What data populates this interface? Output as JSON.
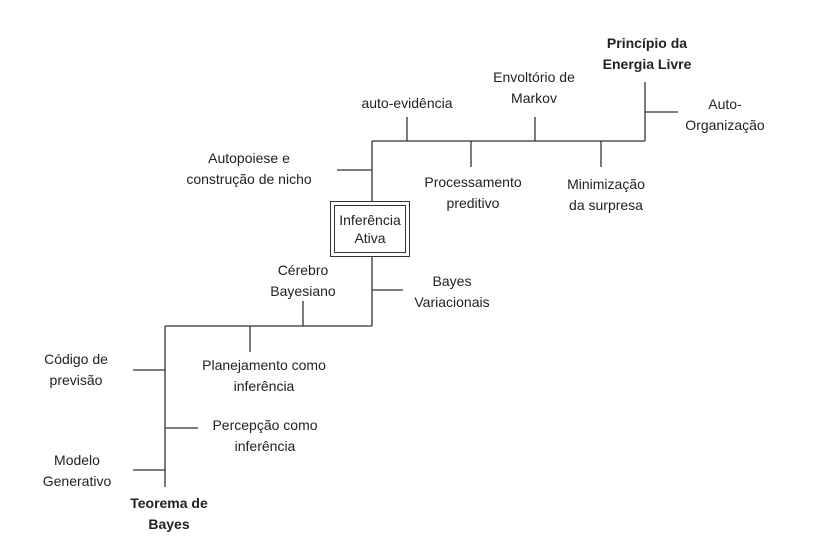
{
  "diagram": {
    "center": [
      "Inferência",
      "Ativa"
    ],
    "nodes": {
      "energia_livre": [
        "Princípio da",
        "Energia Livre"
      ],
      "auto_organizacao": [
        "Auto-",
        "Organização"
      ],
      "envoltorio": [
        "Envoltório de",
        "Markov"
      ],
      "auto_evidencia": [
        "auto-evidência"
      ],
      "autopoiese": [
        "Autopoiese e",
        "construção de nicho"
      ],
      "processamento": [
        "Processamento",
        "preditivo"
      ],
      "minimizacao": [
        "Minimização",
        "da surpresa"
      ],
      "cerebro": [
        "Cérebro",
        "Bayesiano"
      ],
      "bayes_variacionais": [
        "Bayes",
        "Variacionais"
      ],
      "codigo": [
        "Código de",
        "previsão"
      ],
      "planejamento": [
        "Planejamento como",
        "inferência"
      ],
      "percepcao": [
        "Percepção como",
        "inferência"
      ],
      "modelo": [
        "Modelo",
        "Generativo"
      ],
      "teorema": [
        "Teorema de",
        "Bayes"
      ]
    }
  }
}
